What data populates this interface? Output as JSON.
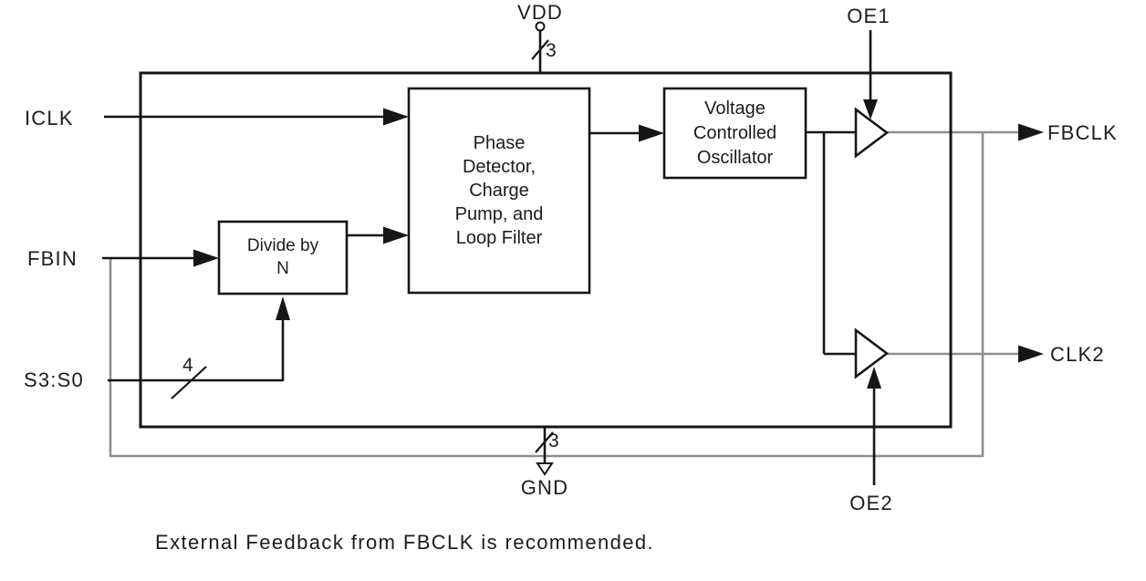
{
  "labels": {
    "vdd": "VDD",
    "gnd": "GND",
    "oe1": "OE1",
    "oe2": "OE2",
    "iclk": "ICLK",
    "fbin": "FBIN",
    "select": "S3:S0",
    "fbclk": "FBCLK",
    "clk2": "CLK2"
  },
  "bus_widths": {
    "vdd": "3",
    "gnd": "3",
    "select": "4"
  },
  "blocks": {
    "pll": [
      "Phase",
      "Detector,",
      "Charge",
      "Pump, and",
      "Loop Filter"
    ],
    "vco": [
      "Voltage",
      "Controlled",
      "Oscillator"
    ],
    "divider": [
      "Divide by",
      "N"
    ]
  },
  "caption": "External Feedback from FBCLK is recommended.",
  "colors": {
    "wire": "#161616",
    "feedback_wire": "#8f8f8f",
    "text": "#1c1c1c",
    "background": "#ffffff"
  }
}
